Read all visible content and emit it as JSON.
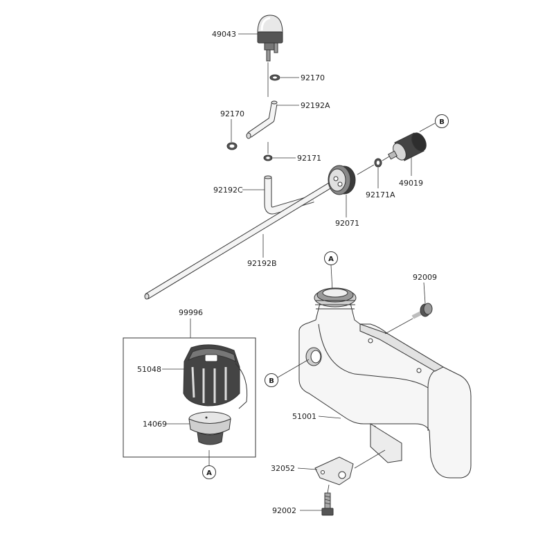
{
  "labels": {
    "p49043": "49043",
    "p92170a": "92170",
    "p92170b": "92170",
    "p92192a": "92192A",
    "p92171": "92171",
    "p92192c": "92192C",
    "p92071": "92071",
    "p92171a": "92171A",
    "p49019": "49019",
    "p92192b": "92192B",
    "p92009": "92009",
    "p99996": "99996",
    "p51048": "51048",
    "p14069": "14069",
    "p51001": "51001",
    "p32052": "32052",
    "p92002": "92002"
  },
  "refs": {
    "b_top": "B",
    "a_tank": "A",
    "b_tank": "B",
    "a_cap": "A"
  }
}
